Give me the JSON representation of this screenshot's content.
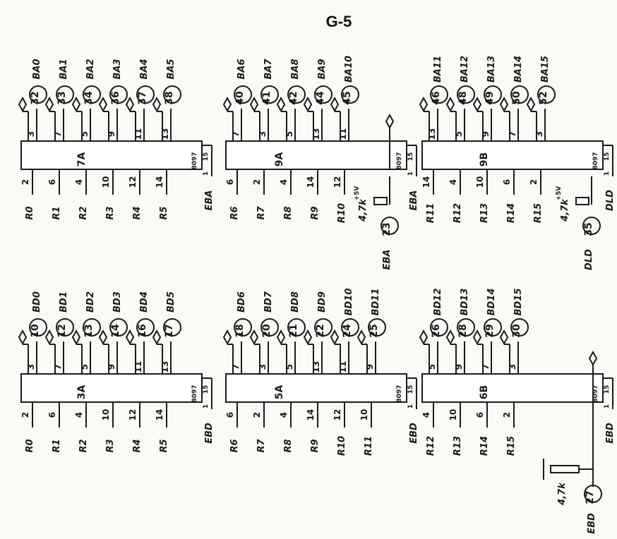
{
  "page_title": "G-5",
  "chip_part": "8097",
  "enable_pins": [
    "1",
    "15"
  ],
  "upper_chips": [
    {
      "name": "7A",
      "top_pins": [
        "3",
        "7",
        "5",
        "9",
        "11",
        "13"
      ],
      "bottom_pins": [
        "2",
        "6",
        "4",
        "10",
        "12",
        "14"
      ],
      "outputs": [
        "BA0",
        "BA1",
        "BA2",
        "BA3",
        "BA4",
        "BA5"
      ],
      "connectors": [
        "32",
        "33",
        "34",
        "36",
        "37",
        "38"
      ],
      "inputs": [
        "R0",
        "R1",
        "R2",
        "R3",
        "R4",
        "R5"
      ],
      "enable": "EBA"
    },
    {
      "name": "9A",
      "top_pins": [
        "7",
        "3",
        "5",
        "13",
        "11"
      ],
      "bottom_pins": [
        "6",
        "2",
        "4",
        "14",
        "12"
      ],
      "outputs": [
        "BA6",
        "BA7",
        "BA8",
        "BA9",
        "BA10"
      ],
      "connectors": [
        "40",
        "41",
        "42",
        "44",
        "45"
      ],
      "inputs": [
        "R6",
        "R7",
        "R8",
        "R9",
        "R10"
      ],
      "enable": "EBA",
      "enable_connector": "23"
    },
    {
      "name": "9B",
      "top_pins": [
        "13",
        "5",
        "9",
        "7",
        "3"
      ],
      "bottom_pins": [
        "14",
        "4",
        "10",
        "6",
        "2"
      ],
      "outputs": [
        "BA11",
        "BA12",
        "BA13",
        "BA14",
        "BA15"
      ],
      "connectors": [
        "46",
        "48",
        "49",
        "50",
        "52"
      ],
      "inputs": [
        "R11",
        "R12",
        "R13",
        "R14",
        "R15"
      ],
      "enable": "DLD",
      "enable_connector": "35"
    }
  ],
  "lower_chips": [
    {
      "name": "3A",
      "top_pins": [
        "3",
        "7",
        "5",
        "9",
        "11",
        "13"
      ],
      "bottom_pins": [
        "2",
        "6",
        "4",
        "10",
        "12",
        "14"
      ],
      "outputs": [
        "BD0",
        "BD1",
        "BD2",
        "BD3",
        "BD4",
        "BD5"
      ],
      "connectors": [
        "10",
        "12",
        "13",
        "14",
        "16",
        "17"
      ],
      "inputs": [
        "R0",
        "R1",
        "R2",
        "R3",
        "R4",
        "R5"
      ],
      "enable": "EBD"
    },
    {
      "name": "5A",
      "top_pins": [
        "7",
        "3",
        "5",
        "13",
        "11",
        "9"
      ],
      "bottom_pins": [
        "6",
        "2",
        "4",
        "14",
        "12",
        "10"
      ],
      "outputs": [
        "BD6",
        "BD7",
        "BD8",
        "BD9",
        "BD10",
        "BD11"
      ],
      "connectors": [
        "18",
        "20",
        "21",
        "22",
        "24",
        "25"
      ],
      "inputs": [
        "R6",
        "R7",
        "R8",
        "R9",
        "R10",
        "R11"
      ],
      "enable": "EBD"
    },
    {
      "name": "6B",
      "top_pins": [
        "5",
        "9",
        "7",
        "3"
      ],
      "bottom_pins": [
        "4",
        "10",
        "6",
        "2"
      ],
      "outputs": [
        "BD12",
        "BD13",
        "BD14",
        "BD15"
      ],
      "connectors": [
        "26",
        "28",
        "29",
        "30"
      ],
      "inputs": [
        "R12",
        "R13",
        "R14",
        "R15"
      ],
      "enable": "EBD",
      "enable_connector": "27"
    }
  ],
  "resistor_value": "4,7k",
  "supply_label": "+5V"
}
